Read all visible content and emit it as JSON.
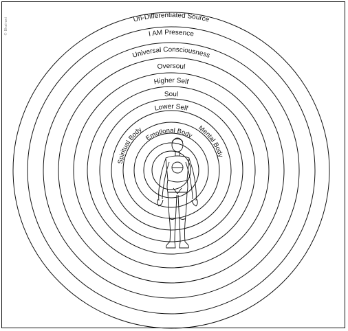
{
  "diagram": {
    "watermark": "© Bhairavi",
    "layers": {
      "undifferentiated_source": "Un-Differentiated Source",
      "i_am_presence": "I AM Presence",
      "universal_consciousness": "Universal Consciousness",
      "oversoul": "Oversoul",
      "higher_self": "Higher Self",
      "soul": "Soul",
      "lower_self": "Lower Self",
      "spiritual_body": "Spiritual Body",
      "mental_body": "Mental Body",
      "emotional_body": "Emotional Body"
    },
    "colors": {
      "line": "#111111",
      "background": "#ffffff"
    }
  }
}
